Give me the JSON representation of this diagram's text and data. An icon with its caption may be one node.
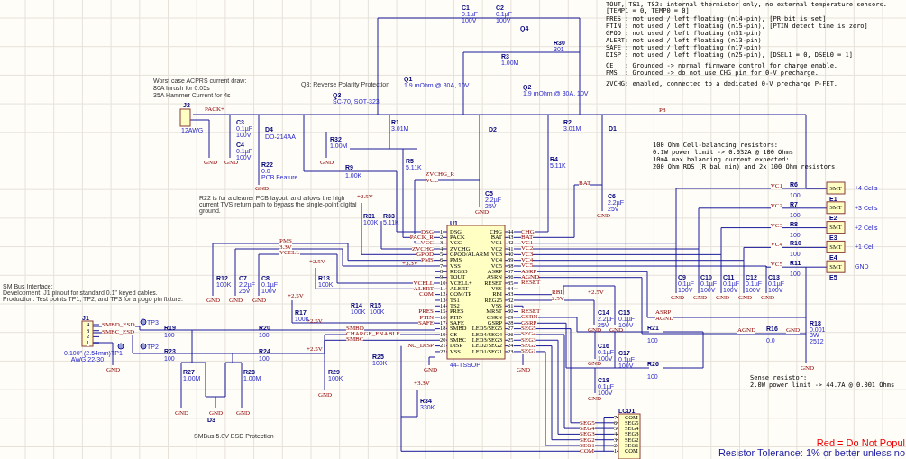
{
  "diagram": {
    "labels": [
      "Worst case ACPRS current draw:",
      "80A Inrush for 0.05s",
      "35A Hammer Current for 4s",
      "Q3: Reverse Polarity Protection",
      "J2",
      "PACK+",
      "12AWG",
      "C3",
      "0.1µF",
      "100V",
      "C4",
      "0.1µF",
      "100V",
      "D4",
      "DO-214AA",
      "R22",
      "0.0",
      "PCB Feature",
      "GND",
      "GND",
      "GND",
      "GND",
      "Q3",
      "SC-70, SOT-323",
      "R32",
      "1.00M",
      "R22 is for a cleaner PCB layout, and allows the high current TVS return path to bypass the single-point digital ground.",
      "R9",
      "1.00K",
      "Q1",
      "1.9 mOhm @ 30A, 10V",
      "R1",
      "3.01M",
      "R5",
      "5.11K",
      "C1",
      "0.1µF",
      "100V",
      "C2",
      "0.1µF",
      "100V",
      "Q4",
      "R3",
      "1.00M",
      "R30",
      "301",
      "Q2",
      "1.9 mOhm @ 30A, 10V",
      "R2",
      "3.01M",
      "R4",
      "5.11K",
      "D2",
      "D1",
      "P3",
      "TOUT, TS1, TS2: internal thermistor only, no external temperature sensors. [TEMP1 = 0, TEMP0 = 0]",
      "PRES : not used / left floating (n14-pin), [PR bit is set]",
      "PTIN : not used / left floating (n15-pin), [PTIN detect time is zero]",
      "GPOD : not used / left floating (n31-pin)",
      "ALERT: not used / left floating (n13-pin)",
      "SAFE : not used / left floating (n17-pin)",
      "DISP : not used / left floating (n25-pin), [DSEL1 = 0, DSEL0 = 1]",
      "CE   : Grounded -> normal firmware control for charge enable.",
      "PMS  : Grounded -> do not use CHG pin for 0-V precharge.",
      "ZVCHG: enabled, connected to a dedicated 0-V precharge P-FET.",
      "100 Ohm Cell-balancing resistors:",
      "0.1W power limit -> 0.032A @ 100 Ohms",
      "10mA max balancing current expected:",
      "200 Ohm RDS (R_bal min) and 2x 100 Ohm resistors.",
      "ZVCHG_R",
      "VCC",
      "C5",
      "2.2µF",
      "25V",
      "BAT",
      "C6",
      "2.2µF",
      "25V",
      "GND",
      "GND",
      "+2.5V",
      "R31",
      "100K",
      "R33",
      "5.11K",
      "U1",
      "DSG",
      "PACK_R",
      "VCC",
      "ZVCHG",
      "GPOD",
      "PMS",
      "VCELL",
      "ALERT",
      "COM",
      "PRES",
      "PTIN",
      "SAFE",
      "NO_DISP",
      "+3.3V",
      "1",
      "2",
      "3",
      "4",
      "5",
      "6",
      "7",
      "8",
      "9",
      "10",
      "11",
      "12",
      "13",
      "14",
      "15",
      "16",
      "17",
      "18",
      "19",
      "20",
      "21",
      "22",
      "DSG",
      "PACK",
      "VCC",
      "ZVCHG",
      "GPOD/ALARM",
      "PMS",
      "VSS",
      "REG33",
      "TOUT",
      "VCELL+",
      "ALERT",
      "COM/TP",
      "TS1",
      "TS2",
      "PRES",
      "PTIN",
      "SAFE",
      "SMBD",
      "CE",
      "SMBC",
      "DISP",
      "VSS",
      "44",
      "43",
      "42",
      "41",
      "40",
      "39",
      "38",
      "37",
      "36",
      "35",
      "34",
      "33",
      "32",
      "31",
      "30",
      "29",
      "28",
      "27",
      "26",
      "25",
      "24",
      "23",
      "CHG",
      "BAT",
      "VC1",
      "VC2",
      "VC3",
      "VC4",
      "VC5",
      "ASRP",
      "ASRN",
      "RESET",
      "VSS",
      "RBI",
      "REG25",
      "VSS",
      "MRST",
      "GSRN",
      "GSRP",
      "LED5/SEG5",
      "LED4/SEG4",
      "LED3/SEG3",
      "LED2/SEG2",
      "LED1/SEG1",
      "CHG",
      "BAT",
      "VC1",
      "VC2",
      "VC3",
      "VC4",
      "VC5",
      "ASRP",
      "AGND",
      "RESET",
      "RBI",
      "2.5V",
      "RESET",
      "GSRN",
      "GSRP",
      "SEG5",
      "SEG4",
      "SEG3",
      "SEG2",
      "SEG1",
      "44-TSSOP",
      "PMS",
      "3.3V",
      "VCELL",
      "R12",
      "100K",
      "C7",
      "2.2µF",
      "25V",
      "C8",
      "0.1µF",
      "100V",
      "GND",
      "GND",
      "GND",
      "+2.5V",
      "R13",
      "100K",
      "SM Bus Interface:",
      "Development: J1 pinout for standard 0.1\" keyed cables.",
      "Production: Test points TP1, TP2, and TP3 for a pogo pin fixture.",
      "+2.5V",
      "R17",
      "100K",
      "R14",
      "100K",
      "R15",
      "100K",
      "+2.5V",
      "J1",
      "4",
      "3",
      "2",
      "1",
      "SMBD_ESD",
      "SMBC_ESD",
      "0.100\" (2.54mm)",
      "AWG 22-30",
      "GND",
      "TP3",
      "TP2",
      "TP1",
      "R19",
      "100",
      "R23",
      "100",
      "R20",
      "100",
      "R24",
      "100",
      "R27",
      "1.00M",
      "R28",
      "1.00M",
      "GND",
      "GND",
      "GND",
      "D3",
      "SMBus 5.0V ESD Protection",
      "SMBD",
      "CHARGE_ENABLE",
      "SMBC",
      "+2.5V",
      "R25",
      "100K",
      "R29",
      "100K",
      "GND",
      "GND",
      "+3.3V",
      "R34",
      "330K",
      "+2.5V",
      "C14",
      "2.2µF",
      "25V",
      "C15",
      "0.1µF",
      "100V",
      "GND",
      "GND",
      "R21",
      "100",
      "C16",
      "0.1µF",
      "100V",
      "C17",
      "0.1µF",
      "100V",
      "R26",
      "100",
      "C18",
      "0.1µF",
      "100V",
      "GND",
      "GND",
      "GND",
      "ASRP",
      "AGND",
      "AGND",
      "R16",
      "0.0",
      "GND",
      "R18",
      "0.001",
      "3W",
      "2512",
      "GND",
      "Sense resistor:",
      "2.0W power limit -> 44.7A @ 0.001 Ohms",
      "VC1",
      "VC2",
      "VC3",
      "VC4",
      "VC5",
      "R6",
      "100",
      "R7",
      "100",
      "R8",
      "100",
      "R10",
      "100",
      "R11",
      "100",
      "SMT",
      "SMT",
      "SMT",
      "SMT",
      "SMT",
      "E1",
      "E2",
      "E3",
      "E4",
      "E5",
      "+4 Cells",
      "+3 Cells",
      "+2 Cells",
      "+1 Cell",
      "GND",
      "C9",
      "0.1µF",
      "100V",
      "C10",
      "0.1µF",
      "100V",
      "C11",
      "0.1µF",
      "100V",
      "C12",
      "0.1µF",
      "100V",
      "C13",
      "0.1µF",
      "100V",
      "GND",
      "GND",
      "GND",
      "GND",
      "GND",
      "LCD1",
      "7",
      "6",
      "5",
      "4",
      "3",
      "2",
      "1",
      "COM",
      "SEG5",
      "SEG4",
      "SEG3",
      "SEG2",
      "SEG1",
      "COM",
      "SEG5",
      "SEG4",
      "SEG3",
      "SEG2",
      "SEG1",
      "COM",
      "Red = Do Not Popul",
      "Resistor Tolerance: 1% or better unless no"
    ]
  }
}
